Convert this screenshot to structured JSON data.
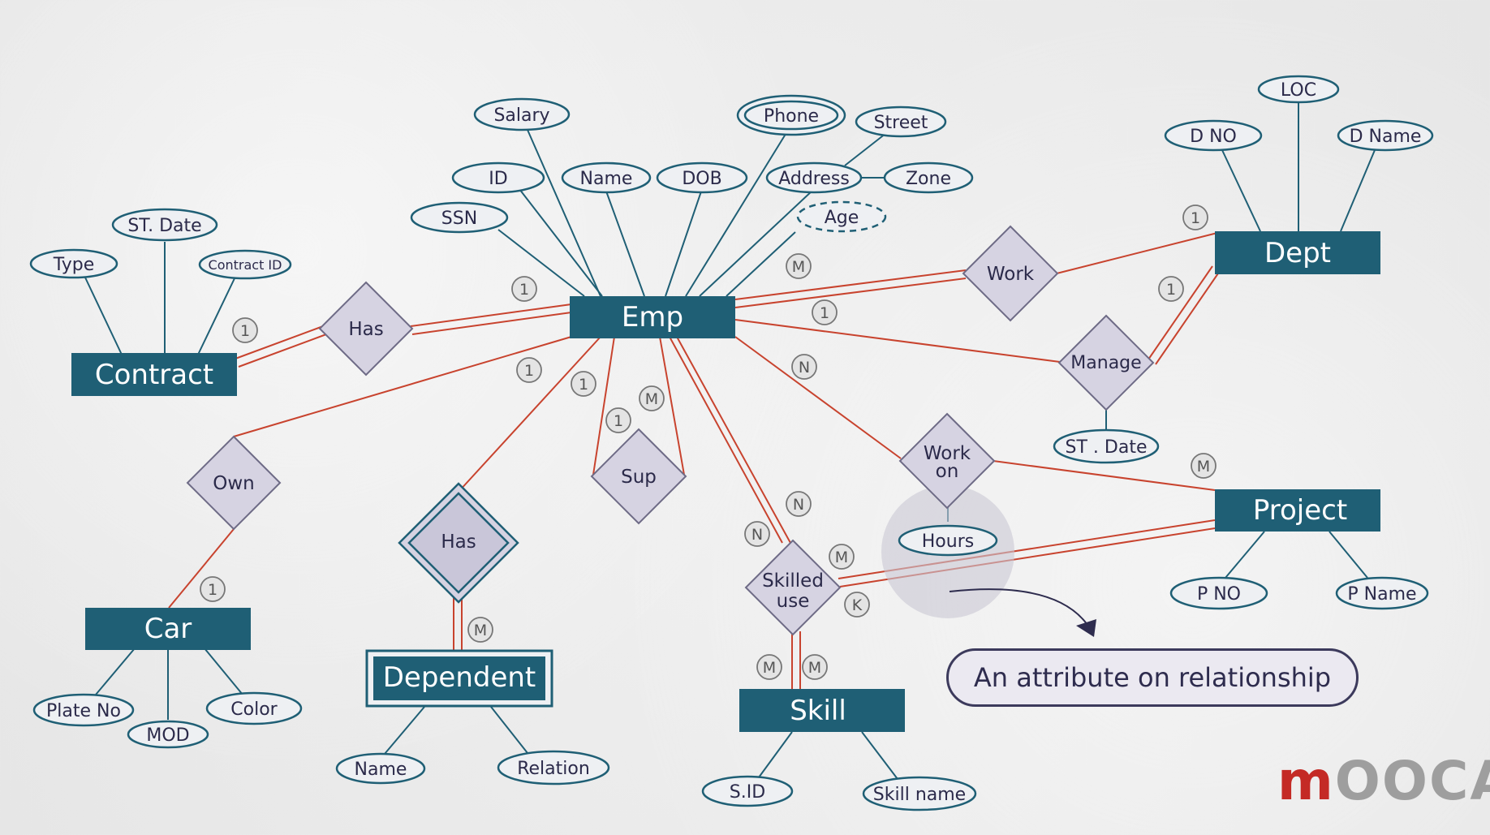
{
  "entities": {
    "emp": "Emp",
    "dept": "Dept",
    "contract": "Contract",
    "car": "Car",
    "dependent": "Dependent",
    "skill": "Skill",
    "project": "Project"
  },
  "relationships": {
    "has_contract": "Has",
    "own": "Own",
    "has_dependent": "Has",
    "sup": "Sup",
    "skilled_use": [
      "Skilled",
      "use"
    ],
    "work_on": [
      "Work",
      "on"
    ],
    "work": "Work",
    "manage": "Manage"
  },
  "attributes": {
    "salary": "Salary",
    "id": "ID",
    "name": "Name",
    "dob": "DOB",
    "ssn": "SSN",
    "phone": "Phone",
    "address": "Address",
    "street": "Street",
    "zone": "Zone",
    "age": "Age",
    "loc": "LOC",
    "d_no": "D NO",
    "d_name": "D Name",
    "type": "Type",
    "contract_st_date": "ST. Date",
    "contract_id": "Contract ID",
    "manage_st_date": "ST . Date",
    "hours": "Hours",
    "plate_no": "Plate No",
    "mod": "MOD",
    "color": "Color",
    "dep_name": "Name",
    "relation": "Relation",
    "sid": "S.ID",
    "skill_name": "Skill name",
    "p_no": "P NO",
    "p_name": "P Name"
  },
  "cardinalities": {
    "emp_has": "1",
    "contract_has": "1",
    "emp_work": "M",
    "dept_work": "1",
    "dept_manage": "1",
    "emp_manage": "1",
    "emp_own": "1",
    "car_own": "1",
    "emp_dep_has": "1",
    "dependent_has": "M",
    "sup_1": "1",
    "sup_m": "M",
    "emp_workon": "N",
    "project_workon": "M",
    "emp_skilled_1": "N",
    "emp_skilled_2": "N",
    "project_skilled": "M",
    "skill_skilled_k": "K",
    "skill_m1": "M",
    "skill_m2": "M"
  },
  "note": "An attribute on relationship",
  "logo": {
    "first": "m",
    "rest": "OOCA"
  },
  "colors": {
    "entity": "#1f5f75",
    "relationship": "#d6d3e2",
    "link": "#c8432e",
    "attribute_stroke": "#1f5f75",
    "text": "#2b2a4a"
  }
}
